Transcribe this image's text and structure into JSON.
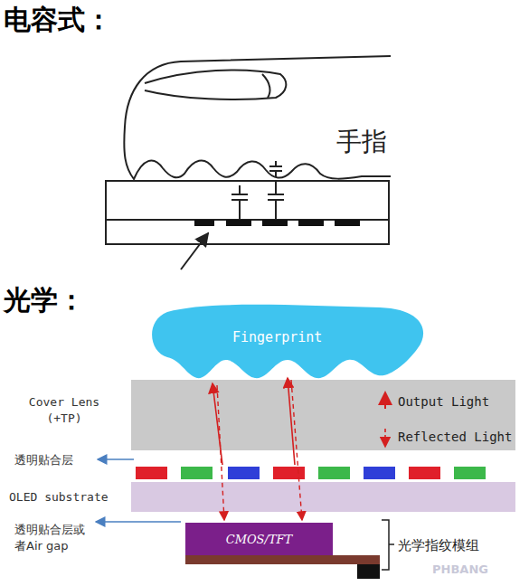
{
  "diagram": {
    "nodes": [
      {
        "text": [
          "Fingerprint"
        ]
      },
      {
        "text": [
          "Output Light",
          "Reflected Light"
        ]
      },
      {
        "text": [
          "CMOS/TFT"
        ]
      }
    ],
    "labels": [
      "电容式：",
      "手指",
      "光学：",
      "Cover Lens (+TP)",
      "透明贴合层",
      "OLED substrate",
      "透明贴合层或者Air gap",
      "光学指纹模组",
      "PHBANG"
    ]
  }
}
